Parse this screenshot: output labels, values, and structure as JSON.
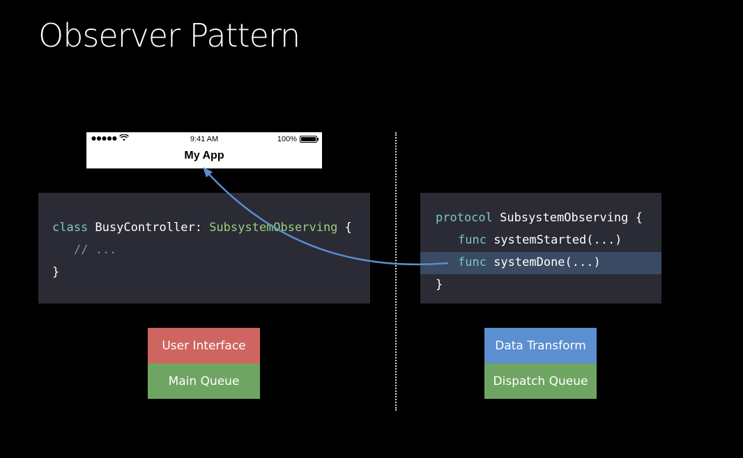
{
  "slide": {
    "title": "Observer Pattern"
  },
  "phone": {
    "signal_dots": "●●●●●",
    "time": "9:41 AM",
    "battery_percent": "100%",
    "app_title": "My App",
    "wifi_icon": "wifi-icon"
  },
  "code_left": {
    "line1": {
      "kw": "class",
      "name": " BusyController: ",
      "type": "SubsystemObserving",
      "rest": " {"
    },
    "line2": "// ...",
    "line3": "}"
  },
  "code_right": {
    "line1": {
      "kw": "protocol",
      "rest": " SubsystemObserving {"
    },
    "line2": {
      "kw": "func",
      "rest": " systemStarted(...)"
    },
    "line3": {
      "kw": "func",
      "rest": " systemDone(...)"
    },
    "line4": "}"
  },
  "blocks": {
    "left_top": "User Interface",
    "left_bottom": "Main Queue",
    "right_top": "Data Transform",
    "right_bottom": "Dispatch Queue"
  },
  "colors": {
    "user_interface": "#cf6560",
    "queue_green": "#6fa562",
    "data_transform": "#5b8fcf",
    "arrow": "#5b8fcf"
  }
}
